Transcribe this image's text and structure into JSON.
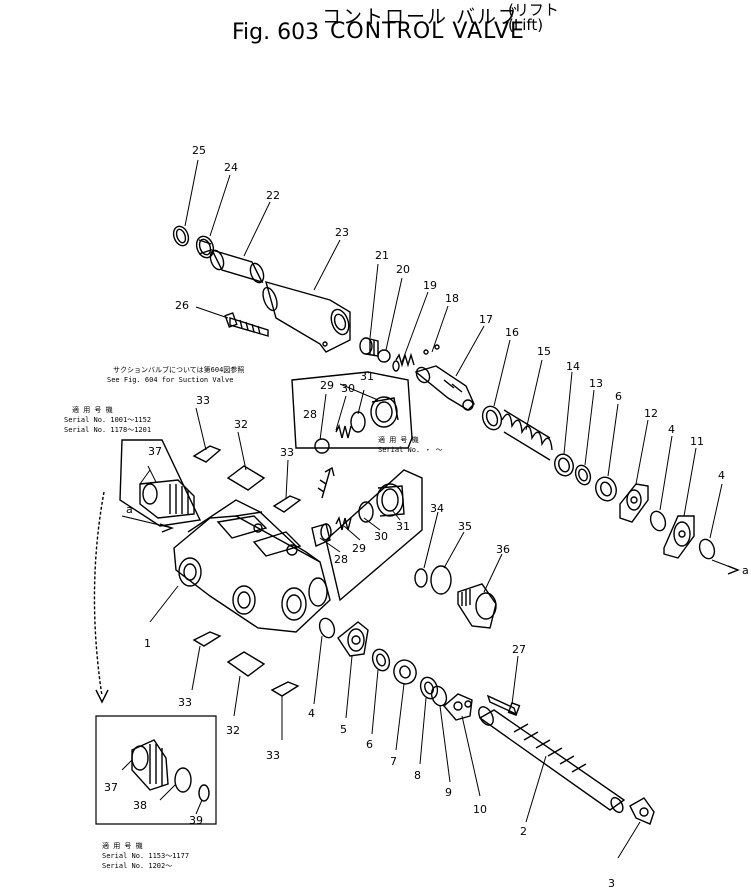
{
  "title": {
    "jp": "コントロール バルブ",
    "fig": "Fig. 603",
    "main": "CONTROL VALVE",
    "lift_jp": "(リフト",
    "lift_en": "(Lift)"
  },
  "notes": {
    "suction_jp": "サクションバルブについては第604図参照",
    "suction_en": "See Fig. 604 for Suction Valve",
    "left_box": {
      "head": "適 用 号 機",
      "line1": "Serial No. 1001～1152",
      "line2": "Serial No. 1178～1201"
    },
    "top_box": {
      "head": "適 用 号 機",
      "line1": "Serial No.     ・  ～"
    },
    "bottom_box": {
      "head": "適 用 号 機",
      "line1": "Serial No. 1153～1177",
      "line2": "Serial No. 1202～"
    }
  },
  "callouts": [
    "25",
    "24",
    "22",
    "23",
    "21",
    "20",
    "19",
    "18",
    "17",
    "16",
    "15",
    "14",
    "13",
    "6",
    "12",
    "4",
    "11",
    "4",
    "26",
    "31",
    "30",
    "29",
    "28",
    "33",
    "32",
    "33",
    "37",
    "34",
    "35",
    "36",
    "31",
    "30",
    "29",
    "28",
    "27",
    "1",
    "33",
    "32",
    "33",
    "4",
    "5",
    "6",
    "7",
    "8",
    "9",
    "10",
    "2",
    "3",
    "37",
    "38",
    "39",
    "a",
    "a"
  ]
}
